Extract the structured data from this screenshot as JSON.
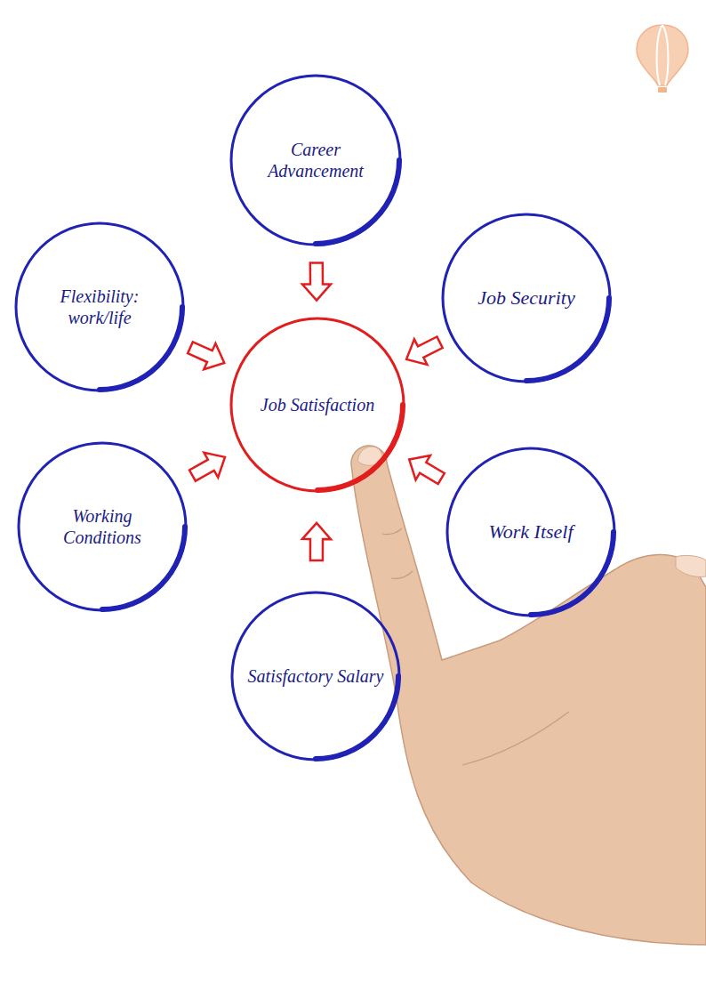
{
  "diagram": {
    "nodes": [
      {
        "text": [
          "Career Advancement"
        ]
      },
      {
        "text": [
          "Flexibility: work/life"
        ]
      },
      {
        "text": [
          "Job Security"
        ]
      },
      {
        "text": [
          "Job Satisfaction"
        ]
      },
      {
        "text": [
          "Working Conditions"
        ]
      },
      {
        "text": [
          "Work Itself"
        ]
      },
      {
        "text": [
          "Satisfactory Salary"
        ]
      }
    ],
    "edges": [
      {
        "from": 0,
        "to": 3,
        "arrow": "to"
      },
      {
        "from": 1,
        "to": 3,
        "arrow": "to"
      },
      {
        "from": 2,
        "to": 3,
        "arrow": "to"
      },
      {
        "from": 4,
        "to": 3,
        "arrow": "to"
      },
      {
        "from": 5,
        "to": 3,
        "arrow": "to"
      },
      {
        "from": 6,
        "to": 3,
        "arrow": "to"
      }
    ]
  }
}
